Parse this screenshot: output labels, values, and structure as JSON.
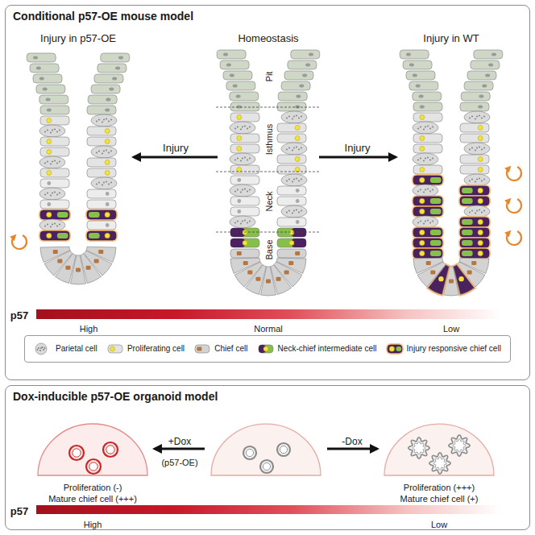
{
  "diagram": {
    "nodes": [
      {
        "text": [
          "Conditional p57-OE mouse model"
        ]
      },
      {
        "text": [
          "Injury in p57-OE"
        ],
        "in": 0
      },
      {
        "text": [
          "Homeostasis"
        ],
        "in": 0
      },
      {
        "text": [
          "Injury in WT"
        ],
        "in": 0
      },
      {
        "text": [
          "Dox-inducible p57-OE organoid model"
        ]
      }
    ],
    "edges": [
      {
        "from": 2,
        "to": 1,
        "arrow": "to",
        "label": "Injury"
      },
      {
        "from": 2,
        "to": 3,
        "arrow": "to",
        "label": "Injury"
      }
    ],
    "labels": [
      "Pit",
      "Isthmus",
      "Neck",
      "Base",
      "p57",
      "High",
      "Normal",
      "Low",
      "+Dox",
      "(p57-OE)",
      "-Dox",
      "Proliferation (-)",
      "Mature chief cell (+++)",
      "Proliferation (+++)",
      "Mature chief cell (+)",
      "p57",
      "High",
      "Low"
    ],
    "legend": [
      {
        "text": "Parietal cell"
      },
      {
        "text": "Proliferating cell"
      },
      {
        "text": "Chief cell"
      },
      {
        "text": "Neck-chief intermediate cell"
      },
      {
        "text": "Injury responsive chief cell"
      }
    ]
  }
}
